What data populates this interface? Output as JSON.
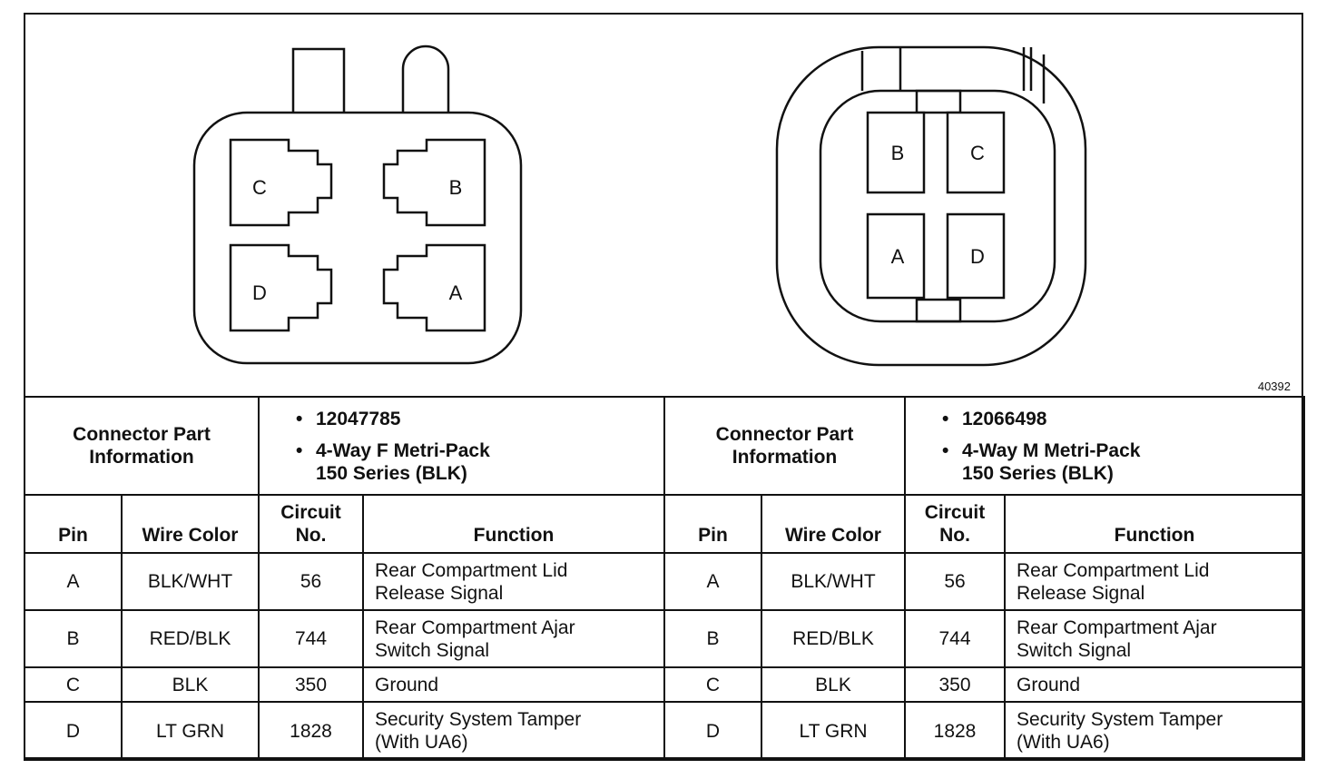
{
  "figure_id": "40392",
  "female_connector": {
    "pins": {
      "top_left": "C",
      "top_right": "B",
      "bottom_left": "D",
      "bottom_right": "A"
    }
  },
  "male_connector": {
    "pins": {
      "top_left": "B",
      "top_right": "C",
      "bottom_left": "A",
      "bottom_right": "D"
    }
  },
  "left_table": {
    "header_label_1": "Connector Part",
    "header_label_2": "Information",
    "part_number": "12047785",
    "part_desc_1": "4-Way F Metri-Pack",
    "part_desc_2": "150 Series (BLK)",
    "col_pin": "Pin",
    "col_wire": "Wire Color",
    "col_circuit_1": "Circuit",
    "col_circuit_2": "No.",
    "col_function": "Function",
    "rows": [
      {
        "pin": "A",
        "wire": "BLK/WHT",
        "circuit": "56",
        "fn1": "Rear Compartment Lid",
        "fn2": "Release Signal"
      },
      {
        "pin": "B",
        "wire": "RED/BLK",
        "circuit": "744",
        "fn1": "Rear Compartment Ajar",
        "fn2": "Switch Signal"
      },
      {
        "pin": "C",
        "wire": "BLK",
        "circuit": "350",
        "fn1": "Ground",
        "fn2": ""
      },
      {
        "pin": "D",
        "wire": "LT GRN",
        "circuit": "1828",
        "fn1": "Security System Tamper",
        "fn2": "(With UA6)"
      }
    ]
  },
  "right_table": {
    "header_label_1": "Connector Part",
    "header_label_2": "Information",
    "part_number": "12066498",
    "part_desc_1": "4-Way M Metri-Pack",
    "part_desc_2": "150 Series (BLK)",
    "col_pin": "Pin",
    "col_wire": "Wire Color",
    "col_circuit_1": "Circuit",
    "col_circuit_2": "No.",
    "col_function": "Function",
    "rows": [
      {
        "pin": "A",
        "wire": "BLK/WHT",
        "circuit": "56",
        "fn1": "Rear Compartment Lid",
        "fn2": "Release Signal"
      },
      {
        "pin": "B",
        "wire": "RED/BLK",
        "circuit": "744",
        "fn1": "Rear Compartment Ajar",
        "fn2": "Switch Signal"
      },
      {
        "pin": "C",
        "wire": "BLK",
        "circuit": "350",
        "fn1": "Ground",
        "fn2": ""
      },
      {
        "pin": "D",
        "wire": "LT GRN",
        "circuit": "1828",
        "fn1": "Security System Tamper",
        "fn2": "(With UA6)"
      }
    ]
  }
}
